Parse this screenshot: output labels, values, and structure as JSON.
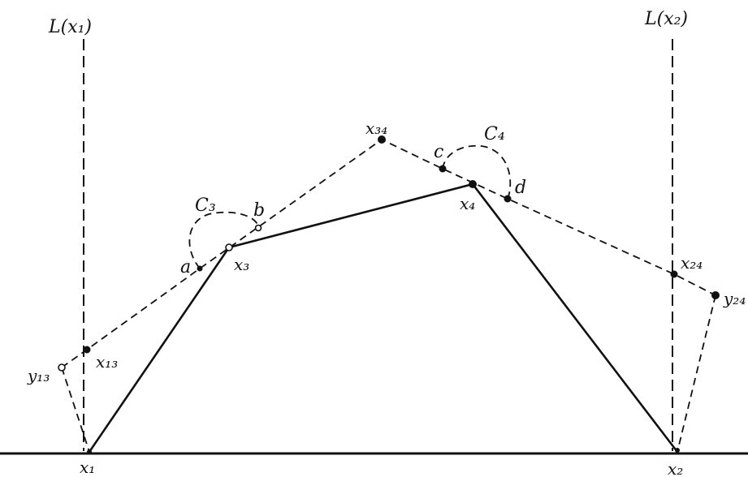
{
  "diagram": {
    "labels": {
      "L_x1": "L(x₁)",
      "L_x2": "L(x₂)",
      "x1": "x₁",
      "x2": "x₂",
      "x3": "x₃",
      "x4": "x₄",
      "x13": "x₁₃",
      "x24": "x₂₄",
      "x34": "x₃₄",
      "y13": "y₁₃",
      "y24": "y₂₄",
      "C3": "C₃",
      "C4": "C₄",
      "a": "a",
      "b": "b",
      "c": "c",
      "d": "d"
    }
  }
}
